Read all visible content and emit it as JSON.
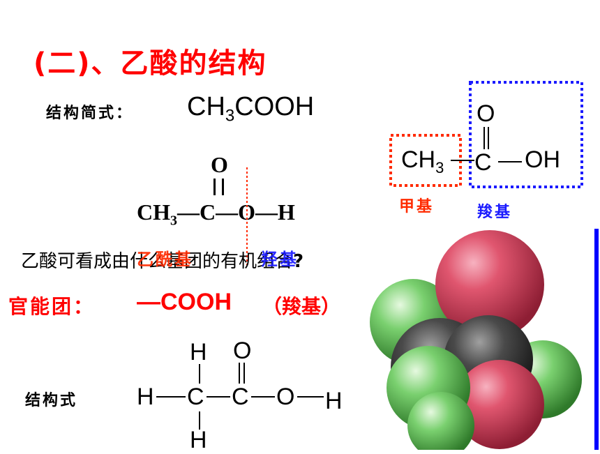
{
  "title": "(二)、乙酸的结构",
  "simplified": {
    "label": "结构简式：",
    "formula_a": "CH",
    "formula_sub": "3",
    "formula_b": "COOH"
  },
  "middle_formula": {
    "o_top": "O",
    "dbl": "||",
    "ch": "CH",
    "sub": "3",
    "c": "—C",
    "o": "—O",
    "h": "—H"
  },
  "right_formula": {
    "o_top": "O",
    "ch": "CH",
    "sub": "3",
    "c": "C",
    "oh": "OH",
    "methyl_label": "甲基",
    "carboxyl_label": "羧基"
  },
  "question": {
    "text": "乙酸可看成由什么基团的有机组合",
    "mark": "?",
    "overlay_red": "乙酰基",
    "overlay_blue": "羟基"
  },
  "functional_group": {
    "label": "官能团：",
    "formula": "—COOH",
    "paren": "（羧基）"
  },
  "structural": {
    "label": "结构式",
    "h_top": "H",
    "o_top": "O",
    "h_left": "H",
    "c1": "C",
    "c2": "C",
    "o": "O",
    "h_right": "H",
    "h_bottom": "H"
  },
  "colors": {
    "title": "#ff0000",
    "methyl_box": "#ff2b00",
    "carboxyl_box": "#1a1aff",
    "side_bar": "#0000ff",
    "atom_red": "#d6334f",
    "atom_green": "#66c766",
    "atom_dark": "#3a3a3a"
  }
}
